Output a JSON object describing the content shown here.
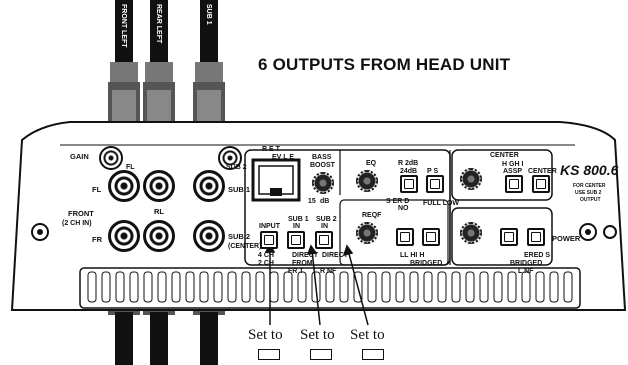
{
  "heading": "6 OUTPUTS FROM HEAD UNIT",
  "model": "KS 800.6",
  "cables": {
    "front_left": "FRONT LEFT",
    "rear_left": "REAR LEFT",
    "sub1": "SUB 1"
  },
  "connectors": {
    "gain": "GAIN",
    "fl_small": "FL",
    "sub2_small": "SUB 2",
    "fl": "FL",
    "rl": "RL",
    "sub1": "SUB 1",
    "front_label": "FRONT",
    "front_sub": "(2 CH IN)",
    "fr": "FR",
    "sub2": "SUB 2",
    "sub2_sub": "(CENTER)"
  },
  "panel": {
    "remote_eq": "R   E  T",
    "level": "EV L    E",
    "bass_boost_1": "BASS",
    "bass_boost_2": "BOOST",
    "db_15": "15",
    "db": "dB",
    "eq_label": "EQ",
    "freq_label": "R 2dB",
    "freq_24": "24dB",
    "ps": "P  S",
    "full_low": "FULL LOW",
    "sero_no": "S ER  D",
    "no": "NO",
    "center": "CENTER",
    "hghi": "H GH I",
    "assp": "ASSP",
    "center_btn": "CENTER",
    "for_center": "FOR CENTER",
    "use_sub2": "USE SUB 2",
    "output": "OUTPUT",
    "input": "INPUT",
    "sub1_in": "SUB 1",
    "in1": "IN",
    "sub2_in": "SUB 2",
    "in2": "IN",
    "ch4": "4 CH",
    "ch2": "2 CH",
    "direct": "DIRECT",
    "from": "FROM",
    "fr_t": "FR  T",
    "direct2": "DIRECT",
    "rnf": "R  NF",
    "rear_label": "REQF",
    "ll_hi": "LL  HI  H",
    "bridged": "BRIDGED",
    "power": "POWER",
    "ered": "ERED  S",
    "bridged2": "BRIDGED",
    "lnf": "L  NF"
  },
  "callouts": [
    "Set to",
    "Set to",
    "Set to"
  ]
}
